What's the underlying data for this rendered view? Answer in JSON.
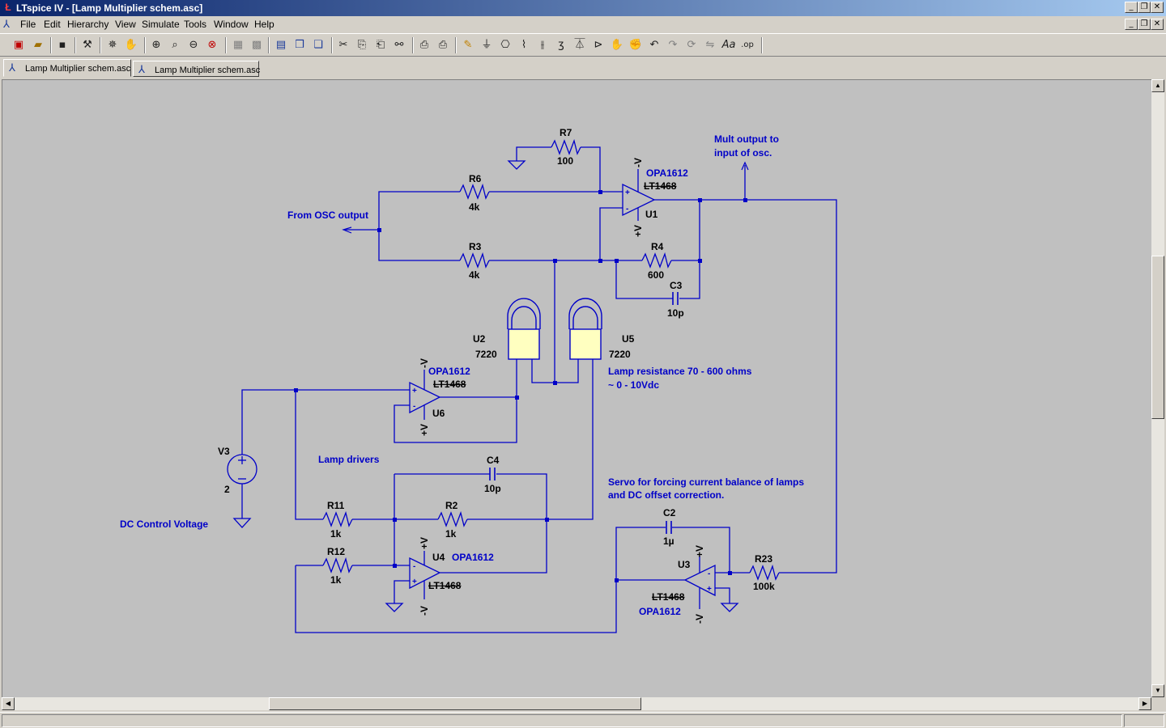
{
  "window": {
    "title": "LTspice IV - [Lamp Multiplier schem.asc]"
  },
  "menu": {
    "items": [
      "File",
      "Edit",
      "Hierarchy",
      "View",
      "Simulate",
      "Tools",
      "Window",
      "Help"
    ]
  },
  "toolbar": {
    "buttons": [
      "new-schematic",
      "open",
      "save",
      "control-panel",
      "run",
      "halt",
      "zoom-in",
      "pan",
      "zoom-out",
      "zoom-cancel",
      "autorange",
      "tile-horizontal",
      "cascade",
      "close-all",
      "cut",
      "copy",
      "paste",
      "find",
      "print-setup",
      "print",
      "draw-wire",
      "ground",
      "label-net",
      "resistor",
      "capacitor",
      "inductor",
      "diode",
      "component",
      "move",
      "drag",
      "undo",
      "redo",
      "rotate",
      "mirror",
      "text",
      "spice-directive"
    ]
  },
  "tabs": [
    {
      "label": "Lamp Multiplier schem.asc",
      "active": true
    },
    {
      "label": "Lamp Multiplier schem.asc",
      "active": false
    }
  ],
  "schematic": {
    "colors": {
      "wire": "#0000c8",
      "text": "#000000",
      "comment": "#0000c8",
      "lamp_fill": "#ffffc0",
      "background": "#c0c0c0"
    },
    "components": {
      "R7": {
        "name": "R7",
        "value": "100"
      },
      "R6": {
        "name": "R6",
        "value": "4k"
      },
      "R3": {
        "name": "R3",
        "value": "4k"
      },
      "R4": {
        "name": "R4",
        "value": "600"
      },
      "C3": {
        "name": "C3",
        "value": "10p"
      },
      "U1": {
        "name": "U1",
        "model": "OPA1612",
        "struck_model": "LT1468",
        "neg_supply": "-V",
        "pos_supply": "+V"
      },
      "U2": {
        "name": "U2",
        "value": "7220"
      },
      "U5": {
        "name": "U5",
        "value": "7220"
      },
      "U6": {
        "name": "U6",
        "model": "OPA1612",
        "struck_model": "LT1468",
        "neg_supply": "-V",
        "pos_supply": "+V"
      },
      "V3": {
        "name": "V3",
        "value": "2"
      },
      "C4": {
        "name": "C4",
        "value": "10p"
      },
      "R11": {
        "name": "R11",
        "value": "1k"
      },
      "R2": {
        "name": "R2",
        "value": "1k"
      },
      "R12": {
        "name": "R12",
        "value": "1k"
      },
      "U4": {
        "name": "U4",
        "model": "OPA1612",
        "struck_model": "LT1468",
        "neg_supply": "-V",
        "pos_supply": "+V"
      },
      "C2": {
        "name": "C2",
        "value": "1µ"
      },
      "U3": {
        "name": "U3",
        "model": "OPA1612",
        "struck_model": "LT1468",
        "neg_supply": "-V",
        "pos_supply": "+V"
      },
      "R23": {
        "name": "R23",
        "value": "100k"
      }
    },
    "comments": {
      "mult_output_line1": "Mult output to",
      "mult_output_line2": "input of osc.",
      "from_osc": "From OSC output",
      "lamp_resistance_line1": "Lamp resistance 70 - 600 ohms",
      "lamp_resistance_line2": "~ 0 - 10Vdc",
      "lamp_drivers": "Lamp drivers",
      "servo_line1": "Servo for forcing current balance of lamps",
      "servo_line2": "and DC offset correction.",
      "dc_control": "DC Control Voltage"
    }
  }
}
